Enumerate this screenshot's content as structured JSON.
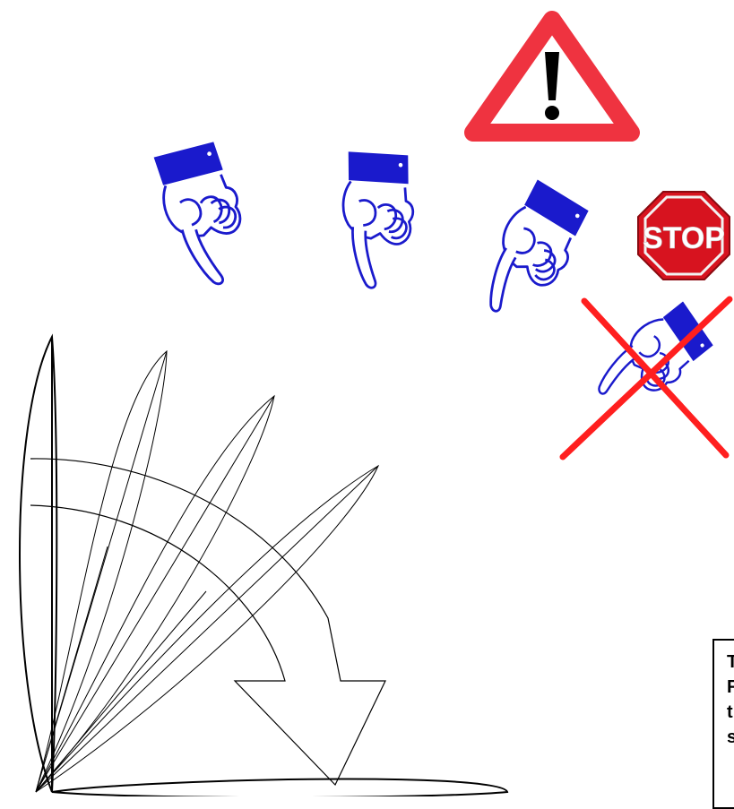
{
  "stop_sign": {
    "text": "STOP",
    "fill_color": "#d7131f",
    "text_color": "#ffffff"
  },
  "warning_sign": {
    "symbol": "!",
    "border_color": "#ef3340",
    "symbol_color": "#000000"
  },
  "hands": {
    "cuff_color": "#1a1acc",
    "outline_color": "#1a1acc",
    "count": 4,
    "crossed_out_index": 3
  },
  "cross_color": "#ff1f1f",
  "note": {
    "lines": [
      "T",
      "F",
      "t",
      "s"
    ]
  }
}
